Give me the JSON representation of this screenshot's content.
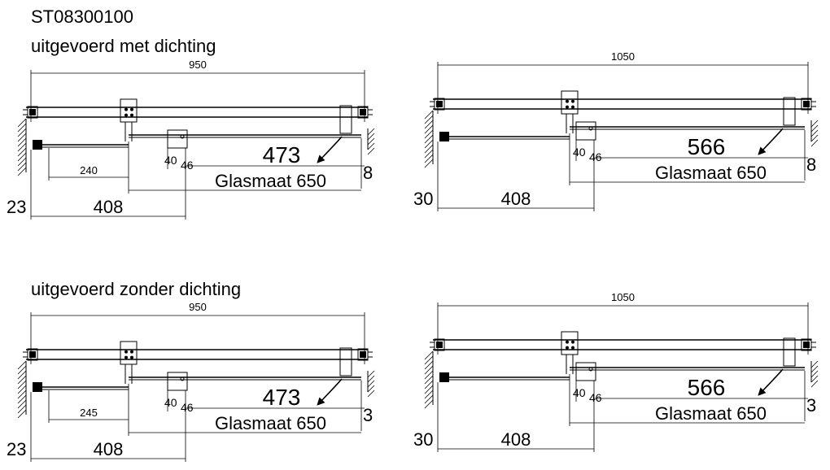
{
  "header": {
    "code": "ST08300100",
    "section_with_seal": "uitgevoerd met dichting",
    "section_without_seal": "uitgevoerd zonder dichting"
  },
  "drawings": [
    {
      "id": "d1",
      "total_width": "950",
      "door_opening": "473",
      "glass_size": "Glasmaat 650",
      "offset_small": "240",
      "overlap": "408",
      "wall_offset": "23",
      "gap": "8",
      "profile_a": "40",
      "profile_b": "46"
    },
    {
      "id": "d2",
      "total_width": "1050",
      "door_opening": "566",
      "glass_size": "Glasmaat 650",
      "overlap": "408",
      "wall_offset": "30",
      "gap": "8",
      "profile_a": "40",
      "profile_b": "46"
    },
    {
      "id": "d3",
      "total_width": "950",
      "door_opening": "473",
      "glass_size": "Glasmaat 650",
      "offset_small": "245",
      "overlap": "408",
      "wall_offset": "23",
      "gap": "3",
      "profile_a": "40",
      "profile_b": "46"
    },
    {
      "id": "d4",
      "total_width": "1050",
      "door_opening": "566",
      "glass_size": "Glasmaat 650",
      "overlap": "408",
      "wall_offset": "30",
      "gap": "3",
      "profile_a": "40",
      "profile_b": "46"
    }
  ]
}
